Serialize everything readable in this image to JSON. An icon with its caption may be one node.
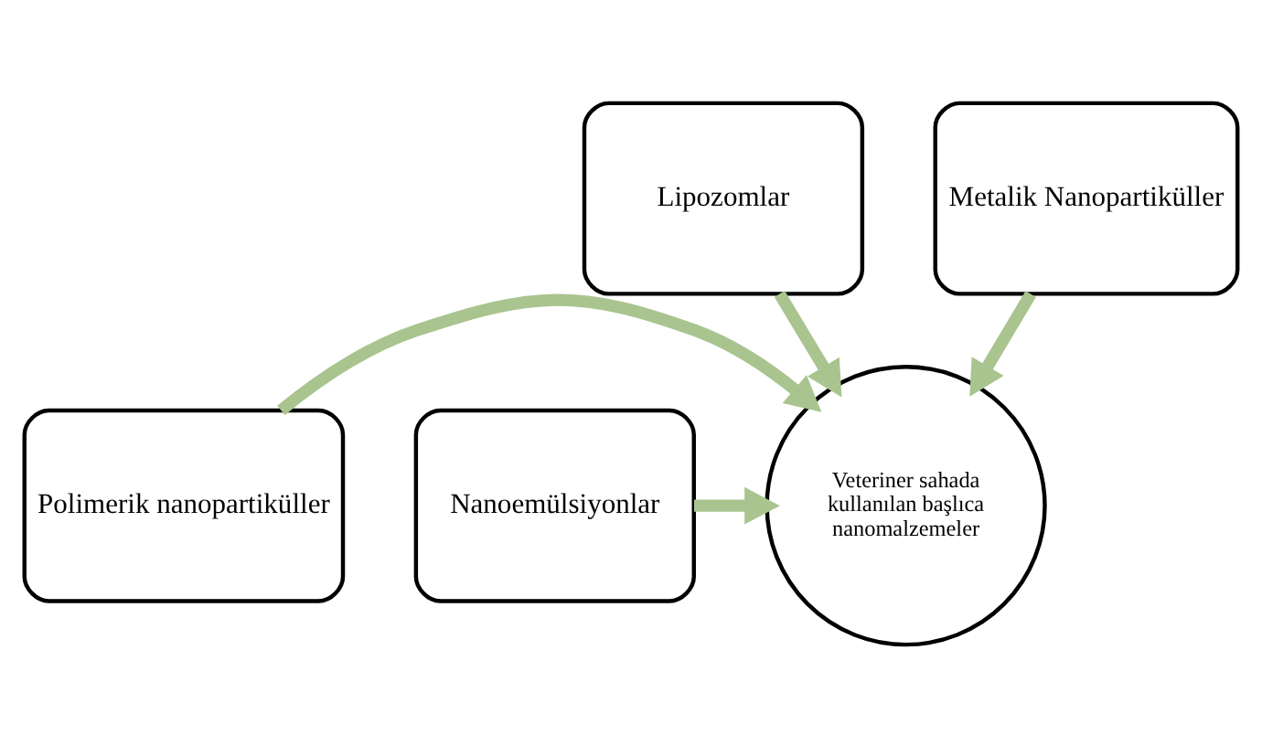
{
  "diagram": {
    "nodes": [
      {
        "text": [
          "Lipozomlar"
        ]
      },
      {
        "text": [
          "Metalik Nanopartiküller"
        ]
      },
      {
        "text": [
          "Polimerik nanopartiküller"
        ]
      },
      {
        "text": [
          "Veteriner sahada kullanılan başlıca nanomalzemeler"
        ]
      },
      {
        "text": [
          "Nanoemülsiyonlar"
        ]
      }
    ],
    "edges": [
      {
        "from": 0,
        "to": 3,
        "arrow": "to"
      },
      {
        "from": 1,
        "to": 3,
        "arrow": "to"
      },
      {
        "from": 2,
        "to": 3,
        "arrow": "to"
      },
      {
        "from": 4,
        "to": 3,
        "arrow": "to"
      }
    ]
  }
}
